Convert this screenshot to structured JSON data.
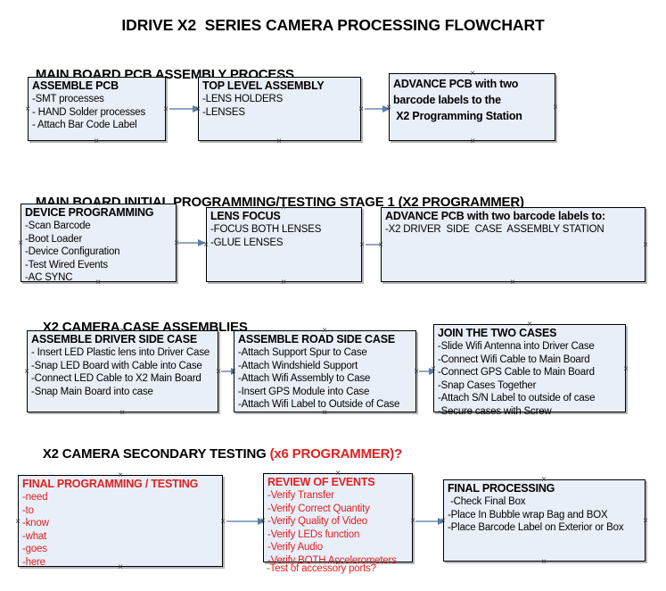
{
  "title": "IDRIVE X2  SERIES CAMERA PROCESSING FLOWCHART",
  "sections": [
    {
      "heading": "MAIN BOARD PCB ASSEMBLY PROCESS",
      "heading_accent": "",
      "boxes": [
        {
          "header": "ASSEMBLE PCB",
          "lines": [
            "-SMT processes",
            "- HAND Solder processes",
            "- Attach Bar Code Label"
          ]
        },
        {
          "header": "TOP LEVEL ASSEMBLY",
          "lines": [
            "-LENS HOLDERS",
            "-LENSES"
          ]
        },
        {
          "header": "ADVANCE PCB with two\nbarcode labels to the\n X2 Programming Station",
          "lines": []
        }
      ]
    },
    {
      "heading": "MAIN BOARD INITIAL PROGRAMMING/TESTING STAGE 1 (X2 PROGRAMMER)",
      "heading_accent": "",
      "boxes": [
        {
          "header": "DEVICE PROGRAMMING",
          "lines": [
            "-Scan Barcode",
            "-Boot Loader",
            "-Device Configuration",
            "-Test Wired Events",
            "-AC SYNC"
          ]
        },
        {
          "header": "LENS FOCUS",
          "lines": [
            "-FOCUS BOTH LENSES",
            "-GLUE LENSES"
          ]
        },
        {
          "header": "ADVANCE PCB with two barcode labels to:",
          "lines": [
            "-X2 DRIVER  SIDE  CASE  ASSEMBLY STATION"
          ]
        }
      ]
    },
    {
      "heading": "X2 CAMERA CASE ASSEMBLIES",
      "heading_accent": "",
      "boxes": [
        {
          "header": "ASSEMBLE DRIVER SIDE CASE",
          "lines": [
            "- Insert LED Plastic lens into Driver Case",
            "-Snap LED Board with Cable into Case",
            "-Connect LED Cable to X2 Main Board",
            "-Snap Main Board into case"
          ]
        },
        {
          "header": "ASSEMBLE ROAD SIDE CASE",
          "lines": [
            "-Attach Support Spur to Case",
            "-Attach Windshield Support",
            "-Attach Wifi Assembly to Case",
            "-Insert GPS Module into Case",
            "-Attach Wifi Label to Outside of Case"
          ]
        },
        {
          "header": "JOIN THE TWO CASES",
          "lines": [
            "-Slide Wifi Antenna into Driver Case",
            "-Connect Wifi Cable to Main Board",
            "-Connect GPS Cable to Main Board",
            "-Snap Cases Together",
            "-Attach S/N Label to outside of case",
            "-Secure cases with Screw"
          ]
        }
      ]
    },
    {
      "heading": "X2 CAMERA SECONDARY TESTING ",
      "heading_accent": "(x6 PROGRAMMER)?",
      "boxes": [
        {
          "header": "FINAL PROGRAMMING / TESTING",
          "lines": [
            "-need",
            "-to",
            "-know",
            "-what",
            "-goes",
            "-here"
          ]
        },
        {
          "header": "REVIEW OF EVENTS",
          "lines": [
            "-Verify Transfer",
            "-Verify Correct Quantity",
            "-Verify Quality of Video",
            "-Verify LEDs function",
            "-Verify Audio",
            "-Verify BOTH Accelerometers"
          ],
          "overflow_line": "-Test of accessory ports?"
        },
        {
          "header": "FINAL PROCESSING",
          "lines": [
            " -Check Final Box",
            "-Place In Bubble wrap Bag and BOX",
            "-Place Barcode Label on Exterior or Box"
          ]
        }
      ]
    }
  ],
  "colors": {
    "box_fill": "#e9eff8",
    "box_border": "#000000",
    "accent_red": "#e02020",
    "arrow": "#8ea9c4",
    "arrow_head": "#5b7fa6"
  }
}
